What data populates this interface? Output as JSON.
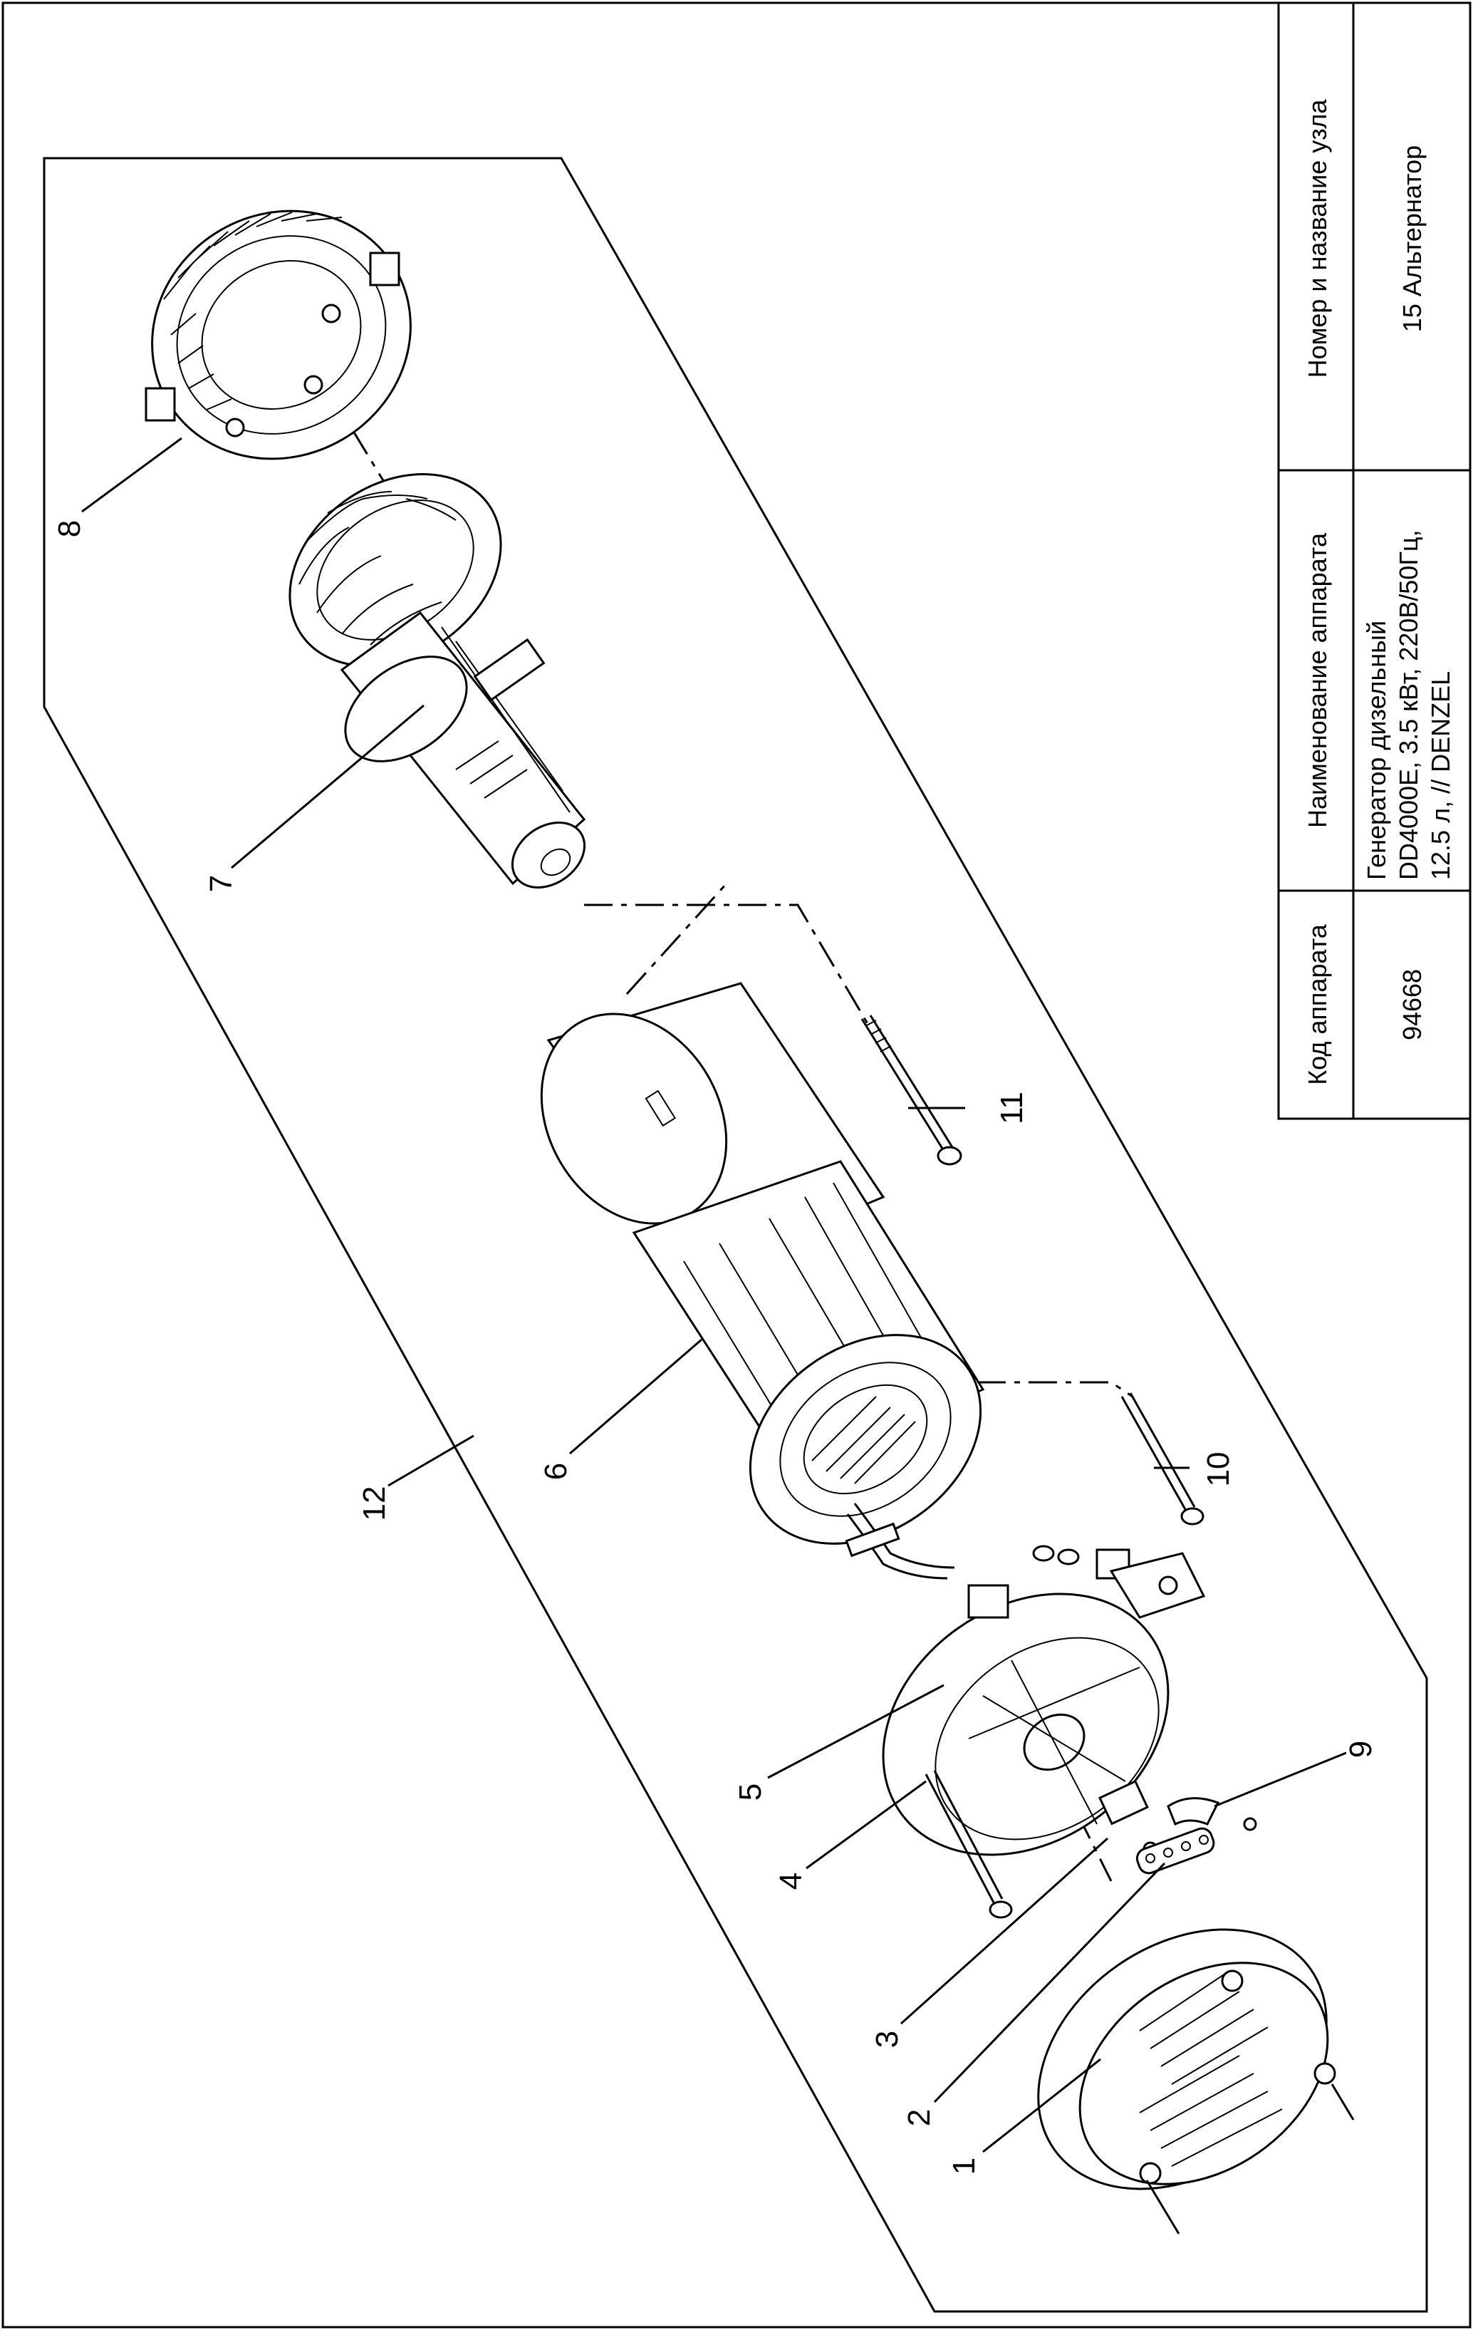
{
  "title_block": {
    "col_code_header": "Код аппарата",
    "col_name_header": "Наименование аппарата",
    "col_unit_header": "Номер и название узла",
    "code_value": "94668",
    "name_line1": "Генератор дизельный",
    "name_line2": "DD4000E, 3.5 кВт, 220В/50Гц,",
    "name_line3": "12.5 л, // DENZEL",
    "unit_value": "15 Альтернатор"
  },
  "callouts": {
    "c1": "1",
    "c2": "2",
    "c3": "3",
    "c4": "4",
    "c5": "5",
    "c6": "6",
    "c7": "7",
    "c8": "8",
    "c9": "9",
    "c10": "10",
    "c11": "11",
    "c12": "12"
  }
}
